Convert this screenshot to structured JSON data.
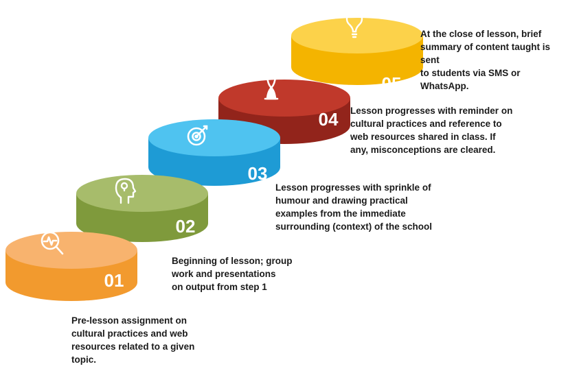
{
  "steps": [
    {
      "number": "01",
      "description": "Pre-lesson assignment on\ncultural practices and web\nresources related to a given\ntopic.",
      "icon": "magnifier-pulse-icon",
      "top_color": "#F8B36E",
      "body_color": "#F29A2E"
    },
    {
      "number": "02",
      "description": "Beginning of lesson; group\nwork  and presentations\non output from step 1",
      "icon": "head-lightbulb-icon",
      "top_color": "#A7BC6B",
      "body_color": "#7F9A3C"
    },
    {
      "number": "03",
      "description": "Lesson progresses with sprinkle of\nhumour  and drawing practical\nexamples from the immediate\nsurrounding (context) of the school",
      "icon": "target-icon",
      "top_color": "#4FC3F0",
      "body_color": "#1E9BD5"
    },
    {
      "number": "04",
      "description": "Lesson progresses with reminder on\ncultural practices and reference to\nweb resources shared in class. If\nany, misconceptions are cleared.",
      "icon": "hourglass-icon",
      "top_color": "#C0392B",
      "body_color": "#92241B"
    },
    {
      "number": "05",
      "description": "At the close of lesson, brief\nsummary of content taught is sent\nto students via SMS or WhatsApp.",
      "icon": "lightbulb-icon",
      "top_color": "#FCD24A",
      "body_color": "#F4B400"
    }
  ]
}
